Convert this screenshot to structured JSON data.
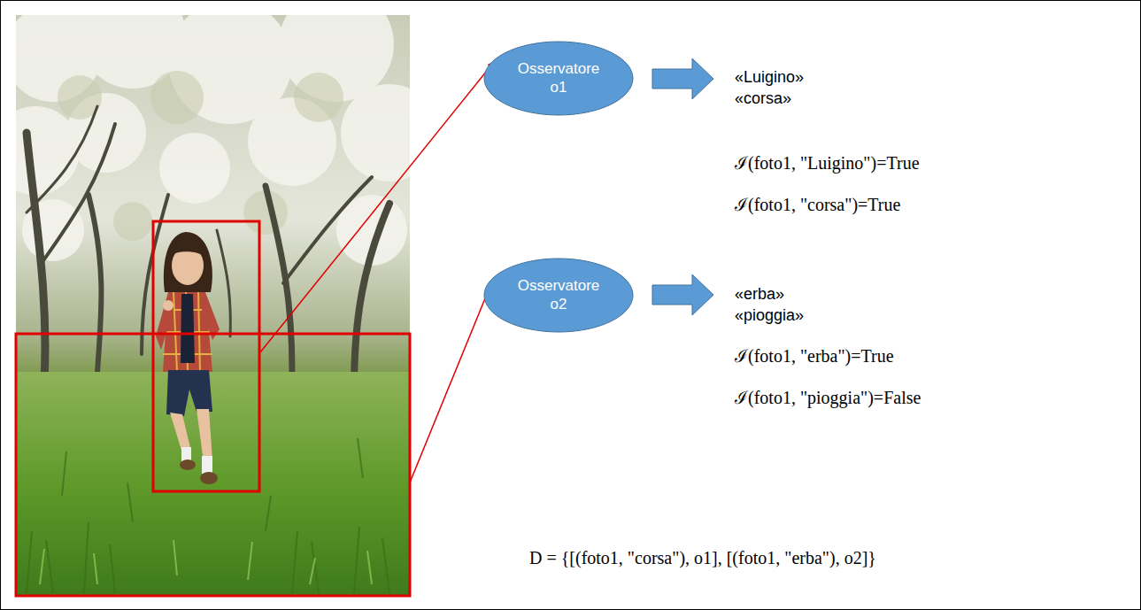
{
  "diagram": {
    "nodes": [
      {
        "text": [
          "Osservatore o1"
        ]
      },
      {
        "text": [
          "Osservatore o2"
        ]
      }
    ],
    "labels": [
      "«Luigino»",
      "«corsa»",
      "ℐ(foto1, \"Luigino\")=True",
      "ℐ(foto1, \"corsa\")=True",
      "«erba»",
      "«pioggia»",
      "ℐ(foto1, \"erba\")=True",
      "ℐ(foto1, \"pioggia\")=False",
      "D = {[(foto1, \"corsa\"), o1], [(foto1, \"erba\"), o2]}"
    ]
  }
}
